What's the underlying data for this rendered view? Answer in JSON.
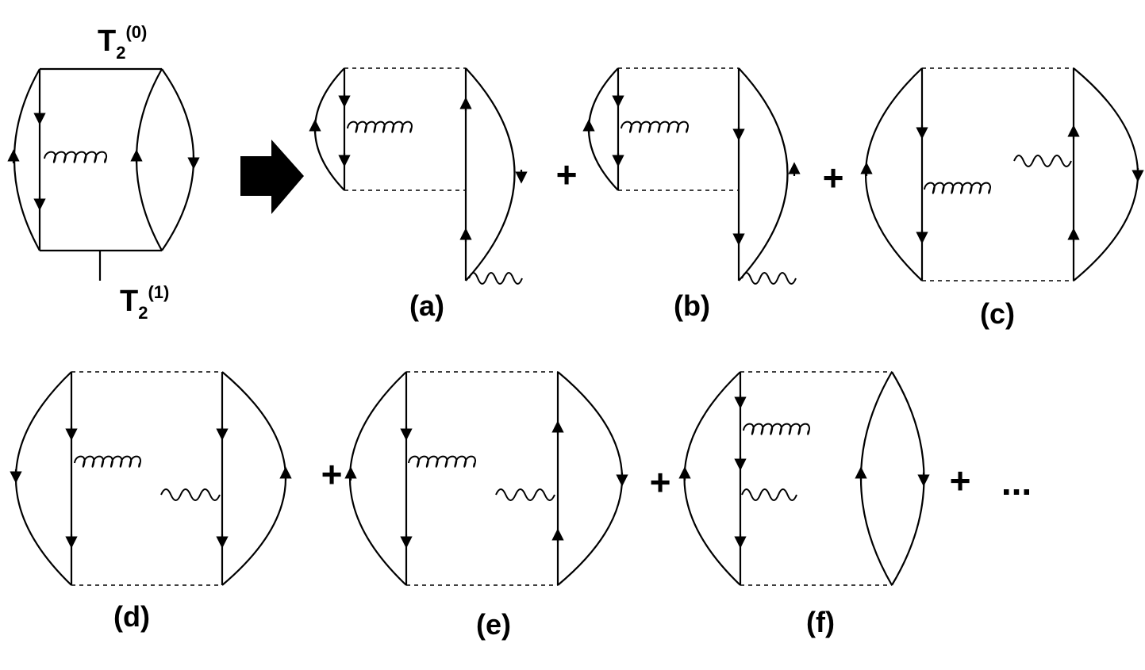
{
  "header": {
    "t2_zero_base": "T",
    "t2_zero_sub": "2",
    "t2_zero_sup": "(0)",
    "t2_one_base": "T",
    "t2_one_sub": "2",
    "t2_one_sup": "(1)"
  },
  "diagrams": {
    "a": "(a)",
    "b": "(b)",
    "c": "(c)",
    "d": "(d)",
    "e": "(e)",
    "f": "(f)"
  },
  "operators": {
    "plus": "+",
    "ellipsis": "..."
  },
  "icons": {
    "arrow": "right-arrow-icon"
  },
  "colors": {
    "line": "#000000",
    "background": "#ffffff"
  }
}
